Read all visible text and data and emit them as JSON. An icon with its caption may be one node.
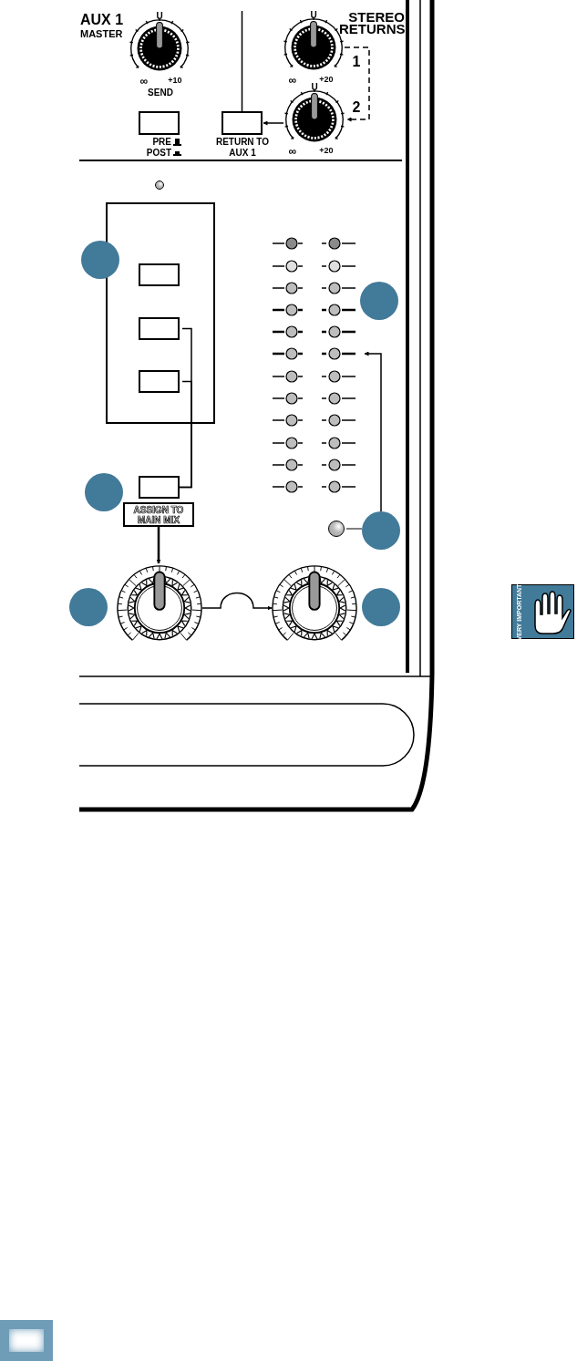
{
  "diagram": {
    "nodes": [
      {
        "text": [],
        "shape": "circle"
      },
      {
        "text": [],
        "shape": "circle"
      },
      {
        "text": [],
        "shape": "circle"
      },
      {
        "text": [],
        "shape": "box"
      },
      {
        "text": [],
        "shape": "box"
      },
      {
        "text": [],
        "shape": "circle"
      },
      {
        "text": [],
        "shape": "box"
      },
      {
        "text": [],
        "shape": "box",
        "in": 6
      },
      {
        "text": [],
        "shape": "box",
        "in": 6
      },
      {
        "text": [],
        "shape": "box",
        "in": 6
      },
      {
        "text": [],
        "shape": "box"
      },
      {
        "text": [
          "ASSIGN TO MAIN MIX"
        ]
      },
      {
        "text": [],
        "shape": "circle"
      },
      {
        "text": [],
        "shape": "circle"
      },
      {
        "text": [],
        "shape": "circle"
      },
      {
        "text": [],
        "shape": "circle"
      },
      {
        "text": [],
        "shape": "circle"
      },
      {
        "text": [],
        "shape": "circle"
      },
      {
        "text": [],
        "shape": "circle"
      },
      {
        "text": [],
        "shape": "circle"
      },
      {
        "text": [],
        "shape": "circle"
      },
      {
        "text": [],
        "shape": "picture"
      }
    ],
    "edges": [
      {
        "from": 1,
        "to": 2,
        "arrow": "to",
        "style": "dashed"
      },
      {
        "from": 2,
        "to": 4,
        "arrow": "to"
      },
      {
        "from": null,
        "to": 4,
        "arrow": "none"
      },
      {
        "from": 8,
        "to": 10,
        "arrow": "none"
      },
      {
        "from": 9,
        "to": 10,
        "arrow": "none"
      },
      {
        "from": 11,
        "to": 12,
        "arrow": "to"
      },
      {
        "from": 12,
        "to": 13,
        "arrow": "to"
      },
      {
        "from": 18,
        "to": 21,
        "arrow": "to"
      },
      {
        "from": 14,
        "to": 18,
        "arrow": "none",
        "color": "#555555"
      }
    ],
    "labels": [
      "AUX 1",
      "MASTER",
      "U",
      "∞",
      "+10",
      "SEND",
      "STEREO RETURNS",
      "U",
      "∞",
      "+20",
      "1",
      "U",
      "2",
      "PRE",
      "POST",
      "RETURN TO AUX 1",
      "∞",
      "+20",
      "VERY IMPORTANT"
    ]
  }
}
